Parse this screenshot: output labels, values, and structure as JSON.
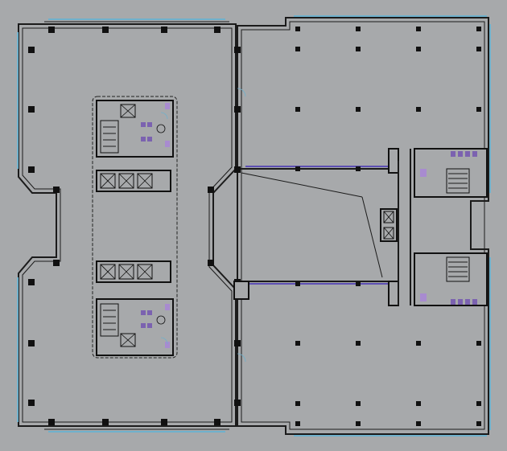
{
  "colors": {
    "background": "#a7a9ab",
    "wall": "#1b1b1b",
    "glazing": "#6fb1cc",
    "fixtures": "#7b62b0",
    "bridge": "#5d4fb3"
  },
  "elements": {
    "left_building": "floor-plate",
    "right_building": "floor-plate",
    "connector": "corridor",
    "cores": [
      "core-top",
      "core-bottom",
      "service-core-top",
      "service-core-bottom"
    ]
  }
}
